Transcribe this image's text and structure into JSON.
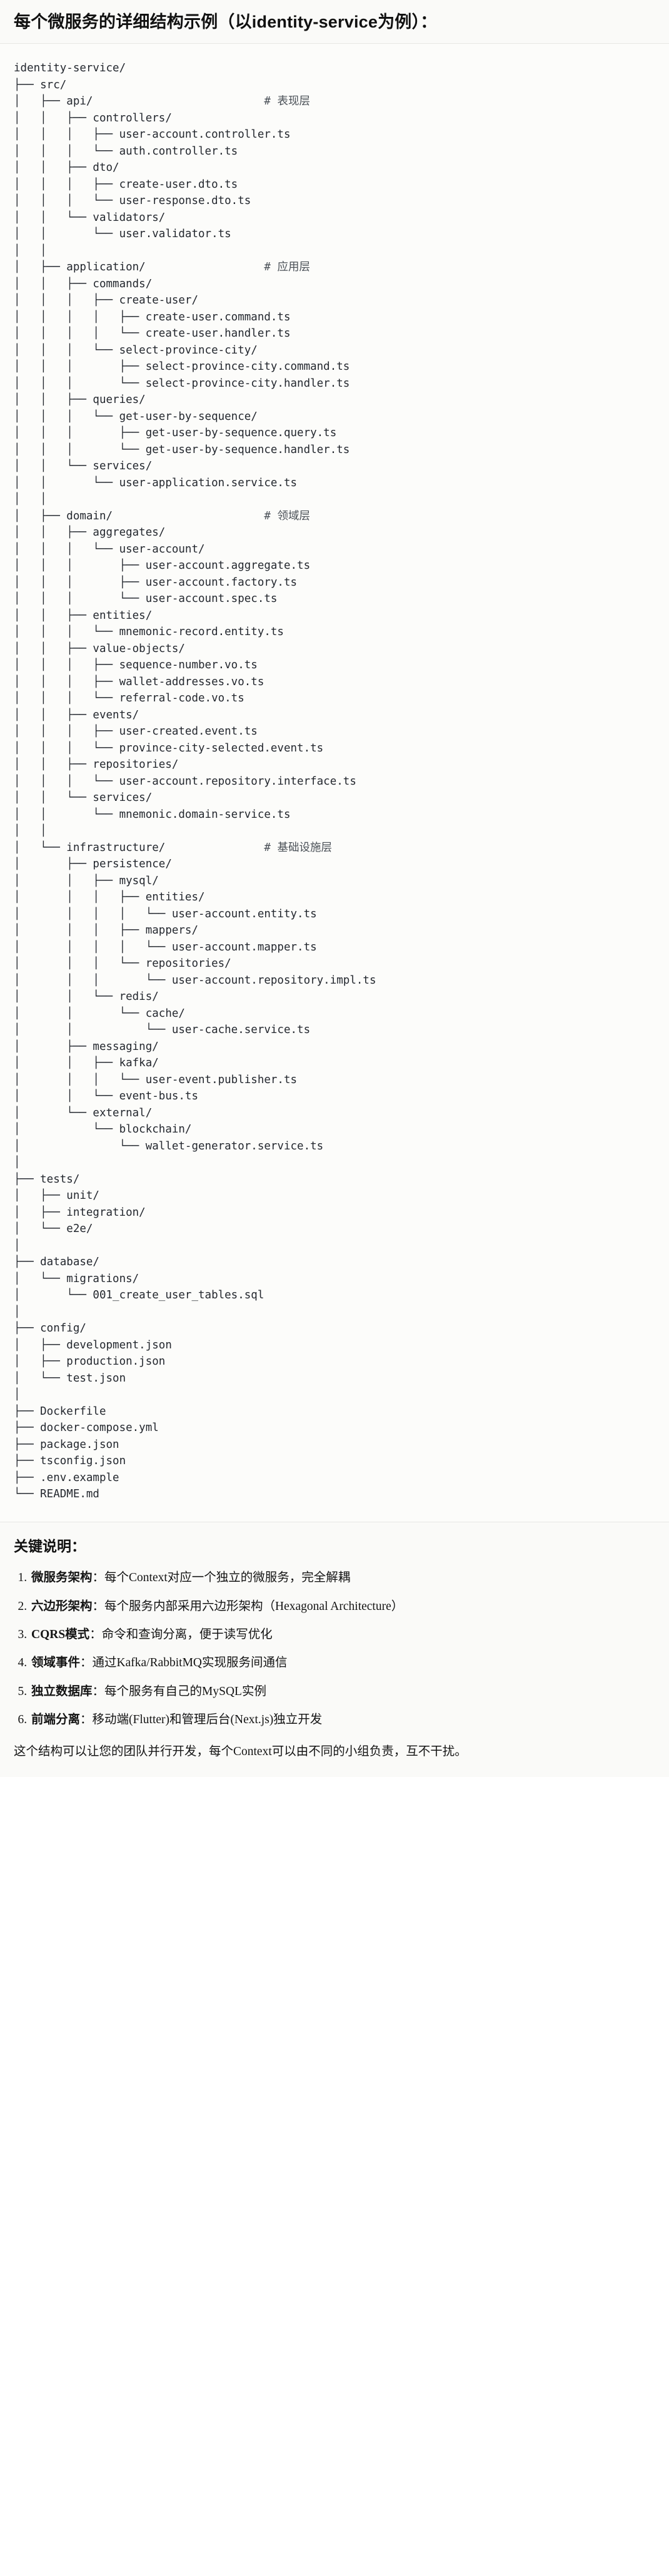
{
  "heading": {
    "title": "每个微服务的详细结构示例（以identity-service为例）："
  },
  "tree": {
    "root": "identity-service/",
    "lines": [
      "identity-service/",
      "├── src/",
      "│   ├── api/                          # 表现层",
      "│   │   ├── controllers/",
      "│   │   │   ├── user-account.controller.ts",
      "│   │   │   └── auth.controller.ts",
      "│   │   ├── dto/",
      "│   │   │   ├── create-user.dto.ts",
      "│   │   │   └── user-response.dto.ts",
      "│   │   └── validators/",
      "│   │       └── user.validator.ts",
      "│   │",
      "│   ├── application/                  # 应用层",
      "│   │   ├── commands/",
      "│   │   │   ├── create-user/",
      "│   │   │   │   ├── create-user.command.ts",
      "│   │   │   │   └── create-user.handler.ts",
      "│   │   │   └── select-province-city/",
      "│   │   │       ├── select-province-city.command.ts",
      "│   │   │       └── select-province-city.handler.ts",
      "│   │   ├── queries/",
      "│   │   │   └── get-user-by-sequence/",
      "│   │   │       ├── get-user-by-sequence.query.ts",
      "│   │   │       └── get-user-by-sequence.handler.ts",
      "│   │   └── services/",
      "│   │       └── user-application.service.ts",
      "│   │",
      "│   ├── domain/                       # 领域层",
      "│   │   ├── aggregates/",
      "│   │   │   └── user-account/",
      "│   │   │       ├── user-account.aggregate.ts",
      "│   │   │       ├── user-account.factory.ts",
      "│   │   │       └── user-account.spec.ts",
      "│   │   ├── entities/",
      "│   │   │   └── mnemonic-record.entity.ts",
      "│   │   ├── value-objects/",
      "│   │   │   ├── sequence-number.vo.ts",
      "│   │   │   ├── wallet-addresses.vo.ts",
      "│   │   │   └── referral-code.vo.ts",
      "│   │   ├── events/",
      "│   │   │   ├── user-created.event.ts",
      "│   │   │   └── province-city-selected.event.ts",
      "│   │   ├── repositories/",
      "│   │   │   └── user-account.repository.interface.ts",
      "│   │   └── services/",
      "│   │       └── mnemonic.domain-service.ts",
      "│   │",
      "│   └── infrastructure/               # 基础设施层",
      "│       ├── persistence/",
      "│       │   ├── mysql/",
      "│       │   │   ├── entities/",
      "│       │   │   │   └── user-account.entity.ts",
      "│       │   │   ├── mappers/",
      "│       │   │   │   └── user-account.mapper.ts",
      "│       │   │   └── repositories/",
      "│       │   │       └── user-account.repository.impl.ts",
      "│       │   └── redis/",
      "│       │       └── cache/",
      "│       │           └── user-cache.service.ts",
      "│       ├── messaging/",
      "│       │   ├── kafka/",
      "│       │   │   └── user-event.publisher.ts",
      "│       │   └── event-bus.ts",
      "│       └── external/",
      "│           └── blockchain/",
      "│               └── wallet-generator.service.ts",
      "│",
      "├── tests/",
      "│   ├── unit/",
      "│   ├── integration/",
      "│   └── e2e/",
      "│",
      "├── database/",
      "│   └── migrations/",
      "│       └── 001_create_user_tables.sql",
      "│",
      "├── config/",
      "│   ├── development.json",
      "│   ├── production.json",
      "│   └── test.json",
      "│",
      "├── Dockerfile",
      "├── docker-compose.yml",
      "├── package.json",
      "├── tsconfig.json",
      "├── .env.example",
      "└── README.md"
    ],
    "comments": [
      {
        "text": "# 表现层",
        "for": "api/"
      },
      {
        "text": "# 应用层",
        "for": "application/"
      },
      {
        "text": "# 领域层",
        "for": "domain/"
      },
      {
        "text": "# 基础设施层",
        "for": "infrastructure/"
      }
    ]
  },
  "notes": {
    "title": "关键说明：",
    "items": [
      {
        "term": "微服务架构",
        "sep": "：",
        "desc": "每个Context对应一个独立的微服务，完全解耦"
      },
      {
        "term": "六边形架构",
        "sep": "：",
        "desc": "每个服务内部采用六边形架构（Hexagonal Architecture）"
      },
      {
        "term": "CQRS模式",
        "sep": "：",
        "desc": "命令和查询分离，便于读写优化"
      },
      {
        "term": "领域事件",
        "sep": "：",
        "desc": "通过Kafka/RabbitMQ实现服务间通信"
      },
      {
        "term": "独立数据库",
        "sep": "：",
        "desc": "每个服务有自己的MySQL实例"
      },
      {
        "term": "前端分离",
        "sep": "：",
        "desc": "移动端(Flutter)和管理后台(Next.js)独立开发"
      }
    ],
    "closing": "这个结构可以让您的团队并行开发，每个Context可以由不同的小组负责，互不干扰。"
  },
  "colors": {
    "page_bg": "#ffffff",
    "band_bg": "#fafaf8",
    "code_bg": "#fcfcfa",
    "text": "#1a1a1a",
    "code_text": "#23272e",
    "comment_text": "#4a5057",
    "divider": "#e8e8e4"
  }
}
